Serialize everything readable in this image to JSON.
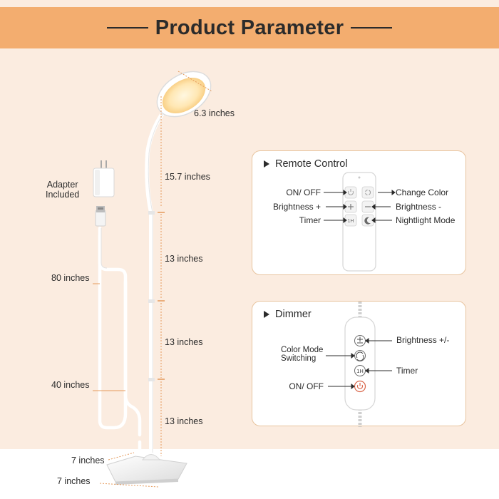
{
  "header": {
    "title": "Product Parameter"
  },
  "lamp": {
    "head_size": "6.3 inches",
    "neck_length": "15.7 inches",
    "pole_upper": "13 inches",
    "pole_middle": "13 inches",
    "pole_lower": "13 inches",
    "base_depth": "7 inches",
    "base_width": "7 inches"
  },
  "adapter": {
    "label_line1": "Adapter",
    "label_line2": "Included"
  },
  "cable": {
    "total_length": "80 inches",
    "to_dimmer_length": "40 inches"
  },
  "remote_panel": {
    "title": "Remote Control",
    "buttons": [
      {
        "label": "ON/ OFF",
        "side": "left",
        "icon": "power-icon"
      },
      {
        "label": "Change Color",
        "side": "right",
        "icon": "cycle-icon"
      },
      {
        "label": "Brightness +",
        "side": "left",
        "icon": "plus-icon"
      },
      {
        "label": "Brightness -",
        "side": "right",
        "icon": "minus-icon"
      },
      {
        "label": "Timer",
        "side": "left",
        "icon": "timer-1h-icon"
      },
      {
        "label": "Nightlight Mode",
        "side": "right",
        "icon": "moon-icon"
      }
    ],
    "timer_glyph": "1H"
  },
  "dimmer_panel": {
    "title": "Dimmer",
    "buttons": [
      {
        "label": "Brightness +/-",
        "icon": "plus-minus-icon"
      },
      {
        "label_line1": "Color Mode",
        "label_line2": "Switching",
        "icon": "color-mode-icon"
      },
      {
        "label": "Timer",
        "icon": "timer-1h-icon"
      },
      {
        "label": "ON/ OFF",
        "icon": "power-icon"
      }
    ],
    "timer_glyph": "1H"
  },
  "colors": {
    "banner": "#f3ad6f",
    "background": "#fbece0",
    "panel_border": "#e8c49e",
    "power_accent": "#d9664a"
  }
}
